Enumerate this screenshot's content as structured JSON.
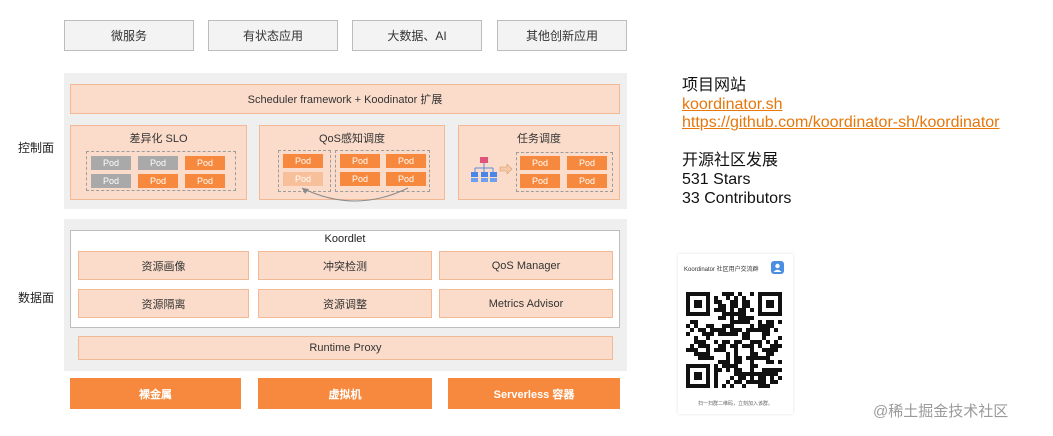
{
  "top_layer": [
    "微服务",
    "有状态应用",
    "大数据、AI",
    "其他创新应用"
  ],
  "side_labels": {
    "control": "控制面",
    "data": "数据面"
  },
  "control_plane": {
    "scheduler": "Scheduler framework + Koodinator 扩展",
    "groups": {
      "slo": {
        "title": "差异化 SLO"
      },
      "qos": {
        "title": "QoS感知调度"
      },
      "task": {
        "title": "任务调度"
      }
    },
    "pod_label": "Pod"
  },
  "data_plane": {
    "koordlet_title": "Koordlet",
    "cells": [
      "资源画像",
      "冲突检测",
      "QoS Manager",
      "资源隔离",
      "资源调整",
      "Metrics Advisor"
    ],
    "runtime_proxy": "Runtime Proxy"
  },
  "infra": [
    "裸金属",
    "虚拟机",
    "Serverless 容器"
  ],
  "info": {
    "site_heading": "项目网站",
    "site_link": "koordinator.sh",
    "github_link": "https://github.com/koordinator-sh/koordinator",
    "community_heading": "开源社区发展",
    "stars": "531 Stars",
    "contributors": "33 Contributors"
  },
  "qr": {
    "title": "Koordinator 社区用户交流群",
    "caption": "扫一扫群二维码，立刻加入该群。"
  },
  "watermark": "@稀土掘金技术社区",
  "colors": {
    "accent": "#f6893d",
    "peach": "#fbdccb",
    "link": "#e6770b",
    "pod_gray": "#a9a9a9"
  }
}
